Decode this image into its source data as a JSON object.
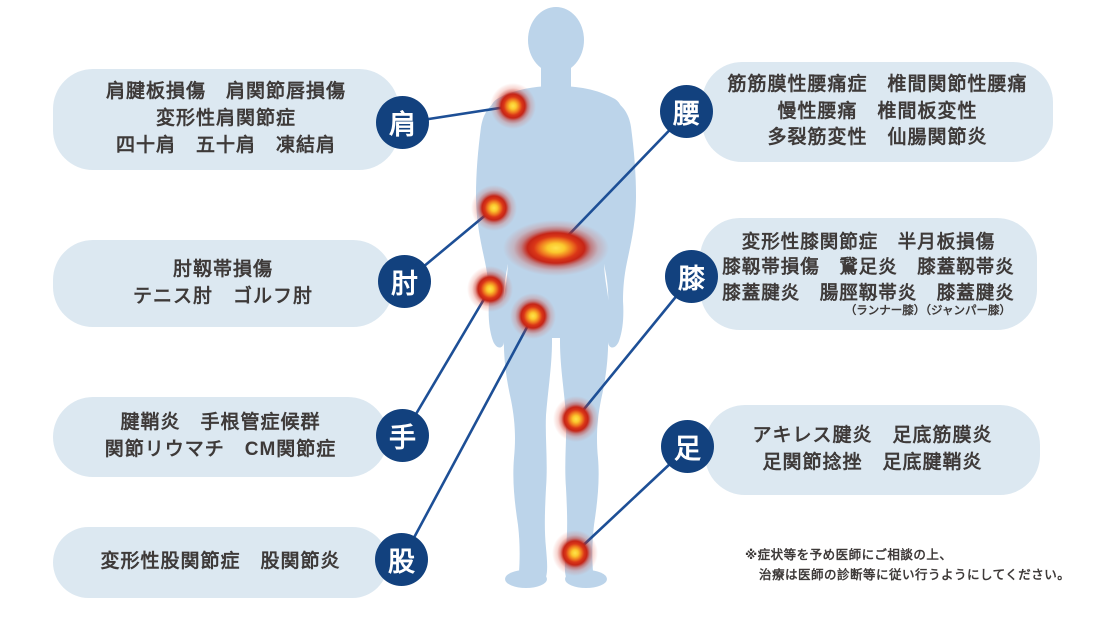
{
  "colors": {
    "box_bg": "#dce8f1",
    "body_silhouette": "#bcd4ea",
    "label_circle": "#12417e",
    "connector_line": "#1d4f96",
    "text": "#3e3a39",
    "pain_glow_center": "#ffe24d",
    "pain_glow_ring": "#c52517"
  },
  "groups": {
    "shoulder": {
      "char": "肩",
      "lines": [
        "肩腱板損傷　肩関節唇損傷",
        "変形性肩関節症",
        "四十肩　五十肩　凍結肩"
      ]
    },
    "elbow": {
      "char": "肘",
      "lines": [
        "肘靱帯損傷",
        "テニス肘　ゴルフ肘"
      ]
    },
    "hand": {
      "char": "手",
      "lines": [
        "腱鞘炎　手根管症候群",
        "関節リウマチ　CM関節症"
      ]
    },
    "hip": {
      "char": "股",
      "lines": [
        "変形性股関節症　股関節炎"
      ]
    },
    "waist": {
      "char": "腰",
      "lines": [
        "筋筋膜性腰痛症　椎間関節性腰痛",
        "慢性腰痛　椎間板変性",
        "多裂筋変性　仙腸関節炎"
      ]
    },
    "knee": {
      "char": "膝",
      "lines": [
        "変形性膝関節症　半月板損傷",
        "膝靱帯損傷　鵞足炎　膝蓋靱帯炎",
        "膝蓋腱炎　腸脛靱帯炎　膝蓋腱炎"
      ],
      "small": "（ランナー膝）（ジャンパー膝）"
    },
    "foot": {
      "char": "足",
      "lines": [
        "アキレス腱炎　足底筋膜炎",
        "足関節捻挫　足底腱鞘炎"
      ]
    }
  },
  "footnote": {
    "line1": "※症状等を予め医師にご相談の上、",
    "line2": "治療は医師の診断等に従い行うようにしてください。"
  }
}
